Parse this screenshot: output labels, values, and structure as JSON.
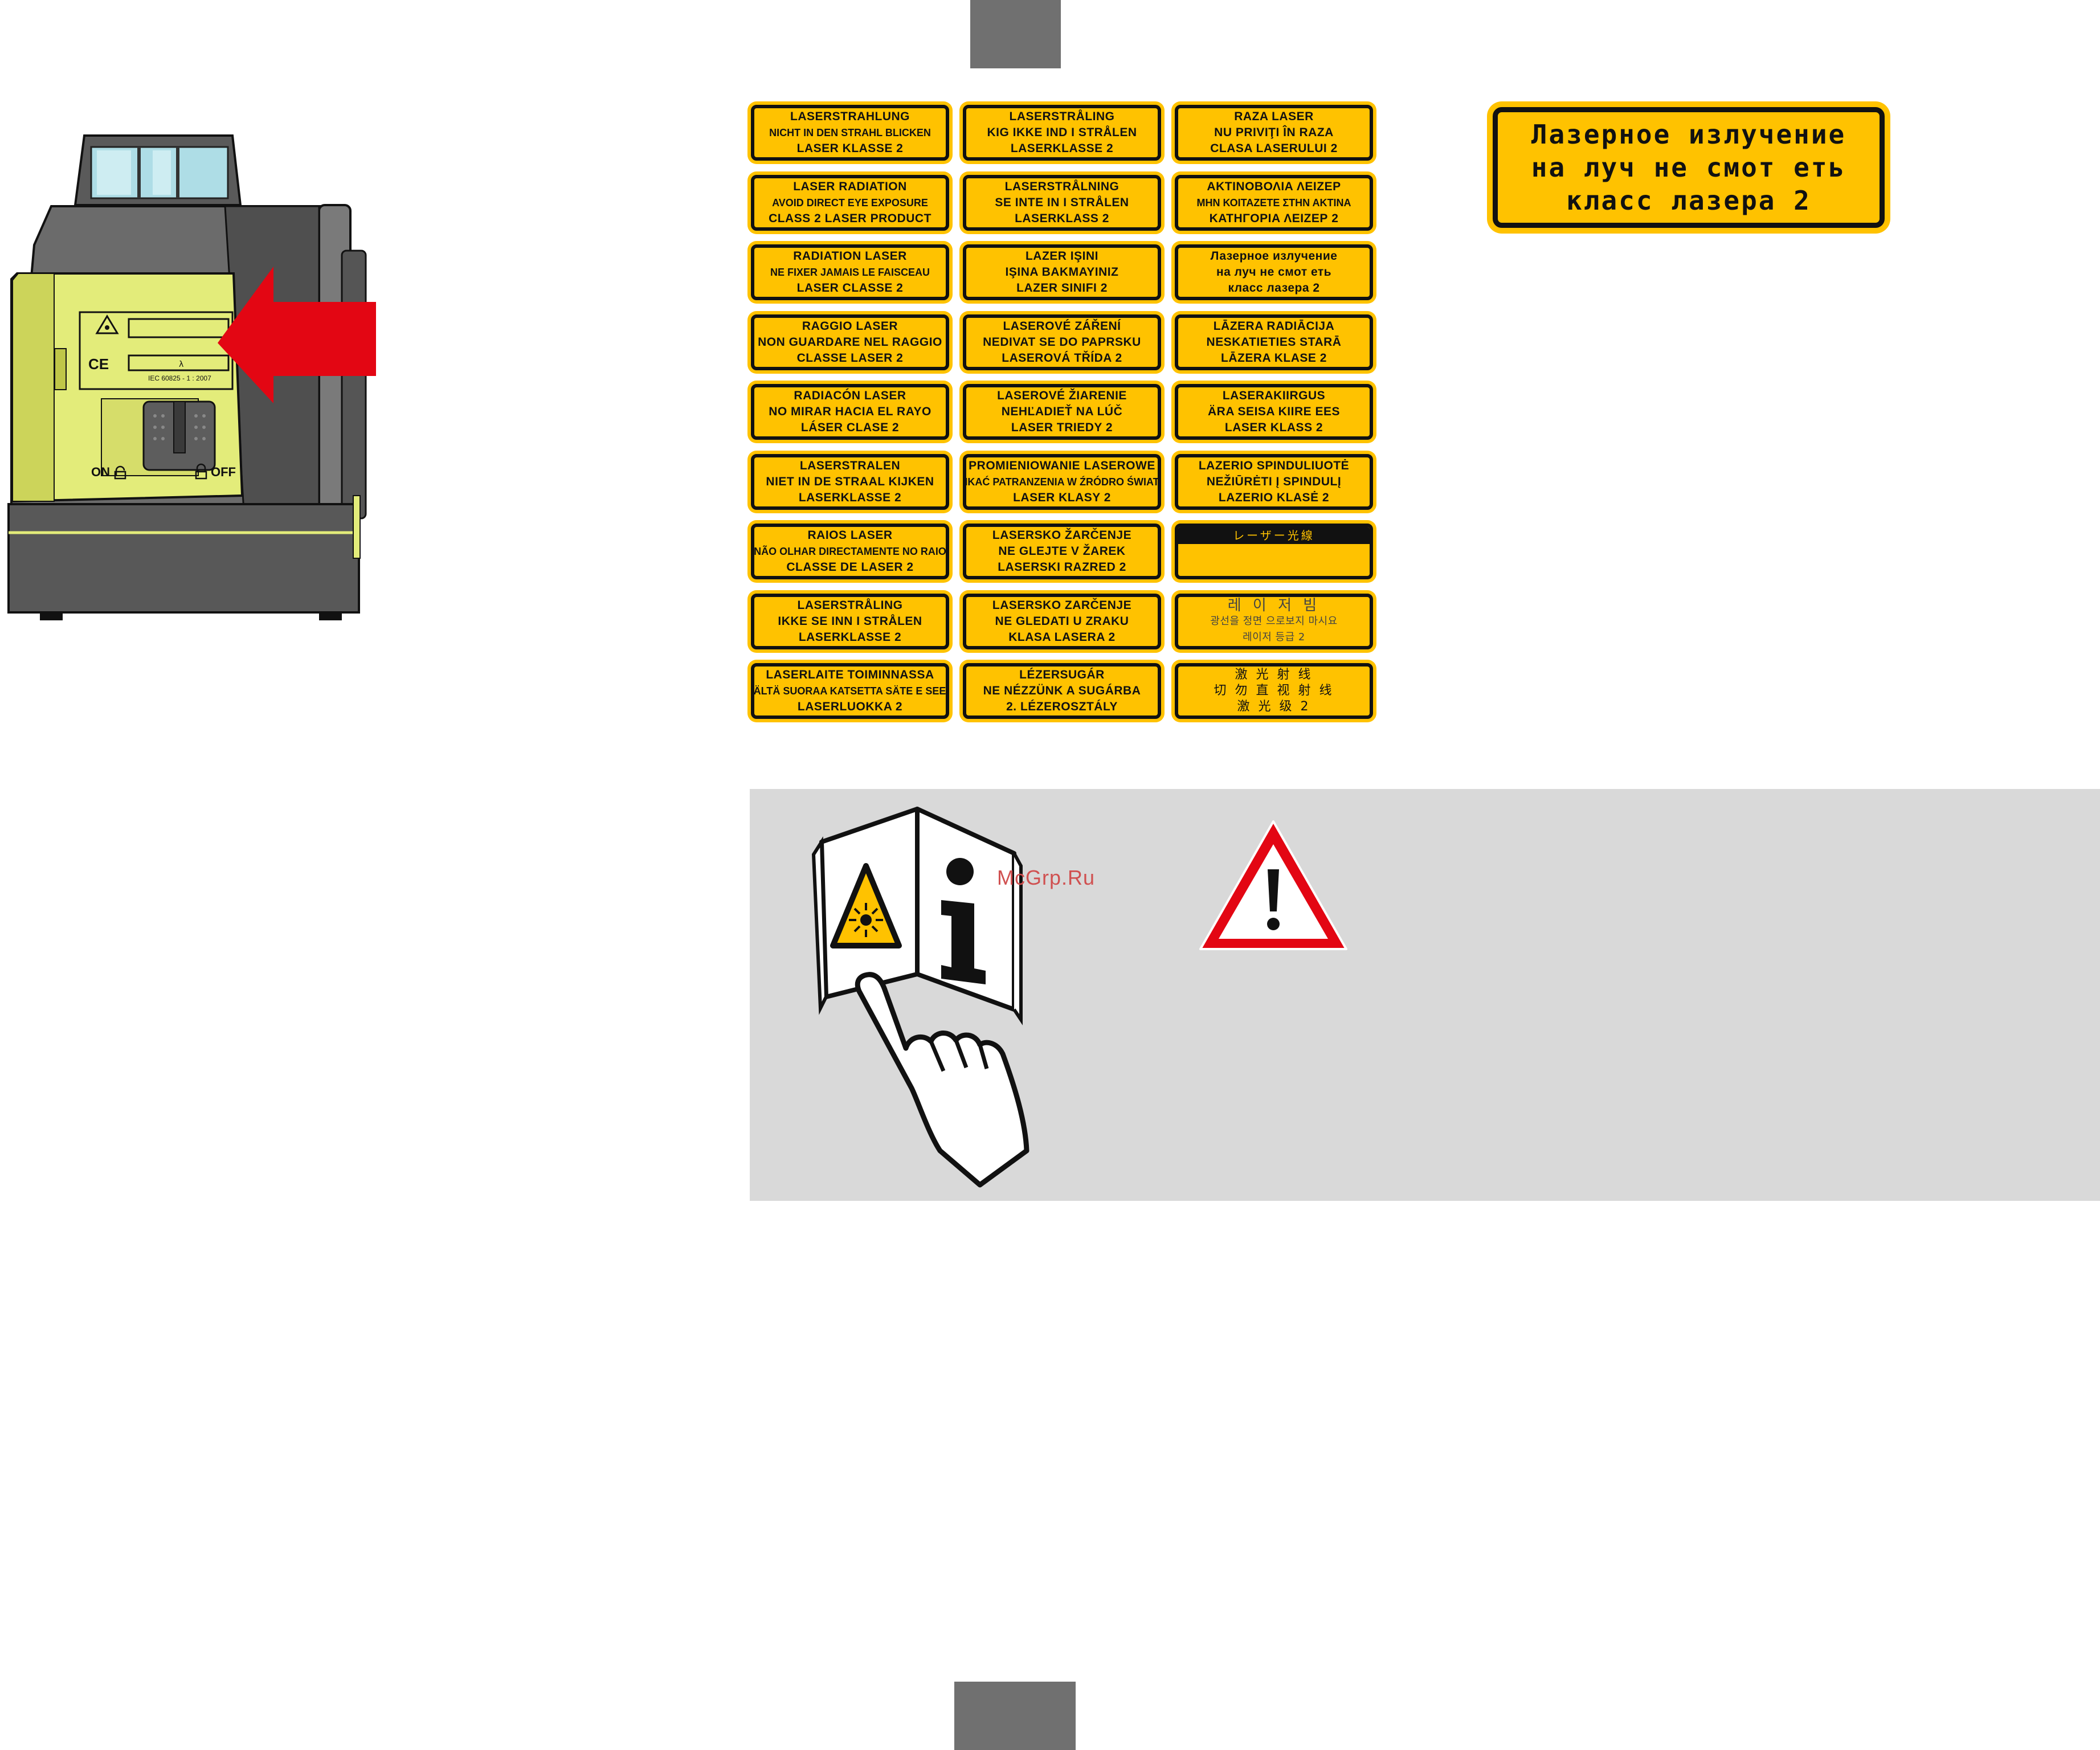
{
  "device": {
    "switch_on": "ON",
    "switch_off": "OFF",
    "standard": "IEC 60825 - 1 : 2007",
    "ce_mark": "CE",
    "wavelength_symbol": "λ",
    "arrow_color": "#e30613",
    "accent_color": "#e3ec7a"
  },
  "labels": [
    {
      "lines": [
        "LASERSTRAHLUNG",
        "NICHT IN DEN STRAHL BLICKEN",
        "LASER KLASSE 2"
      ]
    },
    {
      "lines": [
        "LASERSTRÅLING",
        "KIG IKKE IND I STRÅLEN",
        "LASERKLASSE 2"
      ]
    },
    {
      "lines": [
        "RAZA LASER",
        "NU PRIVIŢI ÎN RAZA",
        "CLASA LASERULUI 2"
      ]
    },
    {
      "lines": [
        "LASER RADIATION",
        "AVOID DIRECT EYE EXPOSURE",
        "CLASS 2 LASER PRODUCT"
      ]
    },
    {
      "lines": [
        "LASERSTRÅLNING",
        "SE INTE IN I STRÅLEN",
        "LASERKLASS 2"
      ]
    },
    {
      "lines": [
        "ΑΚΤΙΝΟΒΟΛΙΑ ΛΕΙΖΕΡ",
        "ΜΗΝ ΚΟΙΤΑΖΕΤΕ ΣΤΗΝ ΑΚΤΙΝΑ",
        "ΚΑΤΗΓΟΡΙΑ ΛΕΙΖΕΡ 2"
      ]
    },
    {
      "lines": [
        "RADIATION LASER",
        "NE FIXER JAMAIS LE FAISCEAU",
        "LASER CLASSE 2"
      ]
    },
    {
      "lines": [
        "LAZER IŞINI",
        "IŞINA BAKMAYINIZ",
        "LAZER SINIFI 2"
      ]
    },
    {
      "lines": [
        "Лазерное излучение",
        "на луч не смот еть",
        "класс лазера 2"
      ]
    },
    {
      "lines": [
        "RAGGIO LASER",
        "NON GUARDARE NEL RAGGIO",
        "CLASSE LASER 2"
      ]
    },
    {
      "lines": [
        "LASEROVÉ ZÁŘENÍ",
        "NEDIVAT SE DO PAPRSKU",
        "LASEROVÁ TŘÍDA 2"
      ]
    },
    {
      "lines": [
        "LĀZERA RADIĀCIJA",
        "NESKATIETIES STARĀ",
        "LĀZERA KLASE 2"
      ]
    },
    {
      "lines": [
        "RADIACÓN LASER",
        "NO MIRAR HACIA EL RAYO",
        "LÁSER CLASE 2"
      ]
    },
    {
      "lines": [
        "LASEROVÉ ŽIARENIE",
        "NEHĽADIEŤ NA LÚČ",
        "LASER TRIEDY 2"
      ]
    },
    {
      "lines": [
        "LASERAKIIRGUS",
        "ÄRA SEISA KIIRE EES",
        "LASER KLASS 2"
      ]
    },
    {
      "lines": [
        "LASERSTRALEN",
        "NIET IN DE STRAAL KIJKEN",
        "LASERKLASSE 2"
      ]
    },
    {
      "lines": [
        "PROMIENIOWANIE LASEROWE",
        "UNIKAĆ PATRANZENIA W ŹRÓDRO ŚWIATKA",
        "LASER KLASY 2"
      ]
    },
    {
      "lines": [
        "LAZERIO SPINDULIUOTĖ",
        "NEŽIŪRĖTI Į SPINDULĮ",
        "LAZERIO KLASĖ 2"
      ]
    },
    {
      "lines": [
        "RAIOS LASER",
        "NÃO OLHAR DIRECTAMENTE NO RAIO",
        "CLASSE DE LASER 2"
      ]
    },
    {
      "lines": [
        "LASERSKO ŽARČENJE",
        "NE GLEJTE V ŽAREK",
        "LASERSKI RAZRED 2"
      ]
    },
    {
      "lines": [
        "レーザー光線"
      ]
    },
    {
      "lines": [
        "LASERSTRÅLING",
        "IKKE SE INN I STRÅLEN",
        "LASERKLASSE 2"
      ]
    },
    {
      "lines": [
        "LASERSKO ZARČENJE",
        "NE GLEDATI U ZRAKU",
        "KLASA LASERA 2"
      ]
    },
    {
      "lines": [
        "레 이 저 빔",
        "광선을 정면 으로보지 마시요",
        "레이저 등급 2"
      ]
    },
    {
      "lines": [
        "LASERLAITE TOIMINNASSA",
        "VÄLTÄ SUORAA KATSETTA SÄTE E SEEN",
        "LASERLUOKKA 2"
      ]
    },
    {
      "lines": [
        "LÉZERSUGÁR",
        "NE NÉZZÜNK A SUGÁRBA",
        "2. LÉZEROSZTÁLY"
      ]
    },
    {
      "lines": [
        "激 光 射 线",
        "切 勿 直 视 射 线",
        "激 光 级 2"
      ]
    }
  ],
  "big_label": {
    "lines": [
      "Лазерное излучение",
      "на луч не смот еть",
      "класс лазера 2"
    ]
  },
  "panel": {
    "watermark": "McGrp.Ru",
    "warning_color": "#e30613",
    "background": "#d9d9d9"
  }
}
